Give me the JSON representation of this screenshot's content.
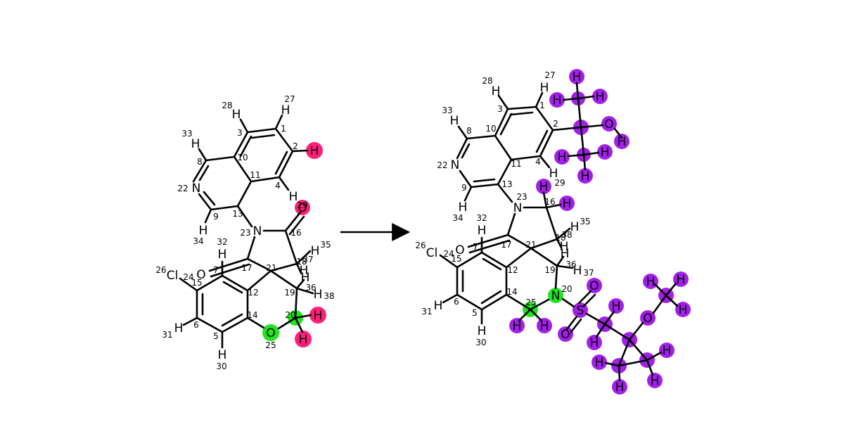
{
  "colors": {
    "bond": "#000000",
    "highlight_pink": "#ff1f78",
    "highlight_green": "#1fe51f",
    "highlight_purple": "#a21fe8"
  },
  "reactant": {
    "atoms": [
      {
        "sym": "H",
        "num": "27"
      },
      {
        "sym": "H",
        "num": "28"
      },
      {
        "sym": "H",
        "num": "33"
      },
      {
        "sym": "N",
        "num": "22"
      },
      {
        "sym": "H",
        "num": "34"
      },
      {
        "sym": "H",
        "num": "4"
      },
      {
        "sym": "O",
        "num": "29"
      },
      {
        "sym": "N",
        "num": "23"
      },
      {
        "sym": "H",
        "num": "32"
      },
      {
        "sym": "O",
        "num": "7"
      },
      {
        "sym": "Cl",
        "num": "26"
      },
      {
        "sym": "H",
        "num": "31"
      },
      {
        "sym": "H",
        "num": "30"
      },
      {
        "sym": "O",
        "num": "25"
      },
      {
        "sym": "H",
        "num": "35"
      },
      {
        "sym": "H",
        "num": "37"
      },
      {
        "sym": "H",
        "num": "38"
      },
      {
        "sym": "H",
        "num": "36"
      }
    ],
    "numbers": [
      "1",
      "2",
      "3",
      "5",
      "6",
      "8",
      "9",
      "10",
      "11",
      "12",
      "13",
      "14",
      "15",
      "16",
      "17",
      "18",
      "19",
      "20",
      "21",
      "24"
    ]
  },
  "product": {
    "atoms": [
      {
        "sym": "H",
        "num": "27"
      },
      {
        "sym": "H",
        "num": "28"
      },
      {
        "sym": "H",
        "num": "33"
      },
      {
        "sym": "N",
        "num": "22"
      },
      {
        "sym": "H",
        "num": "34"
      },
      {
        "sym": "H",
        "num": "29"
      },
      {
        "sym": "N",
        "num": "23"
      },
      {
        "sym": "H",
        "num": "32"
      },
      {
        "sym": "O",
        "num": "7"
      },
      {
        "sym": "Cl",
        "num": "26"
      },
      {
        "sym": "H",
        "num": "31"
      },
      {
        "sym": "H",
        "num": "30"
      },
      {
        "sym": "H",
        "num": "35"
      },
      {
        "sym": "H",
        "num": "38"
      },
      {
        "sym": "H",
        "num": "36"
      },
      {
        "sym": "H",
        "num": "37"
      },
      {
        "sym": "N",
        "num": "20"
      },
      {
        "sym": "S",
        "num": ""
      },
      {
        "sym": "O",
        "num": ""
      },
      {
        "sym": "H",
        "num": ""
      }
    ],
    "numbers": [
      "1",
      "2",
      "3",
      "4",
      "5",
      "6",
      "8",
      "9",
      "10",
      "11",
      "12",
      "13",
      "14",
      "15",
      "16",
      "17",
      "18",
      "19",
      "21",
      "24",
      "25"
    ]
  }
}
